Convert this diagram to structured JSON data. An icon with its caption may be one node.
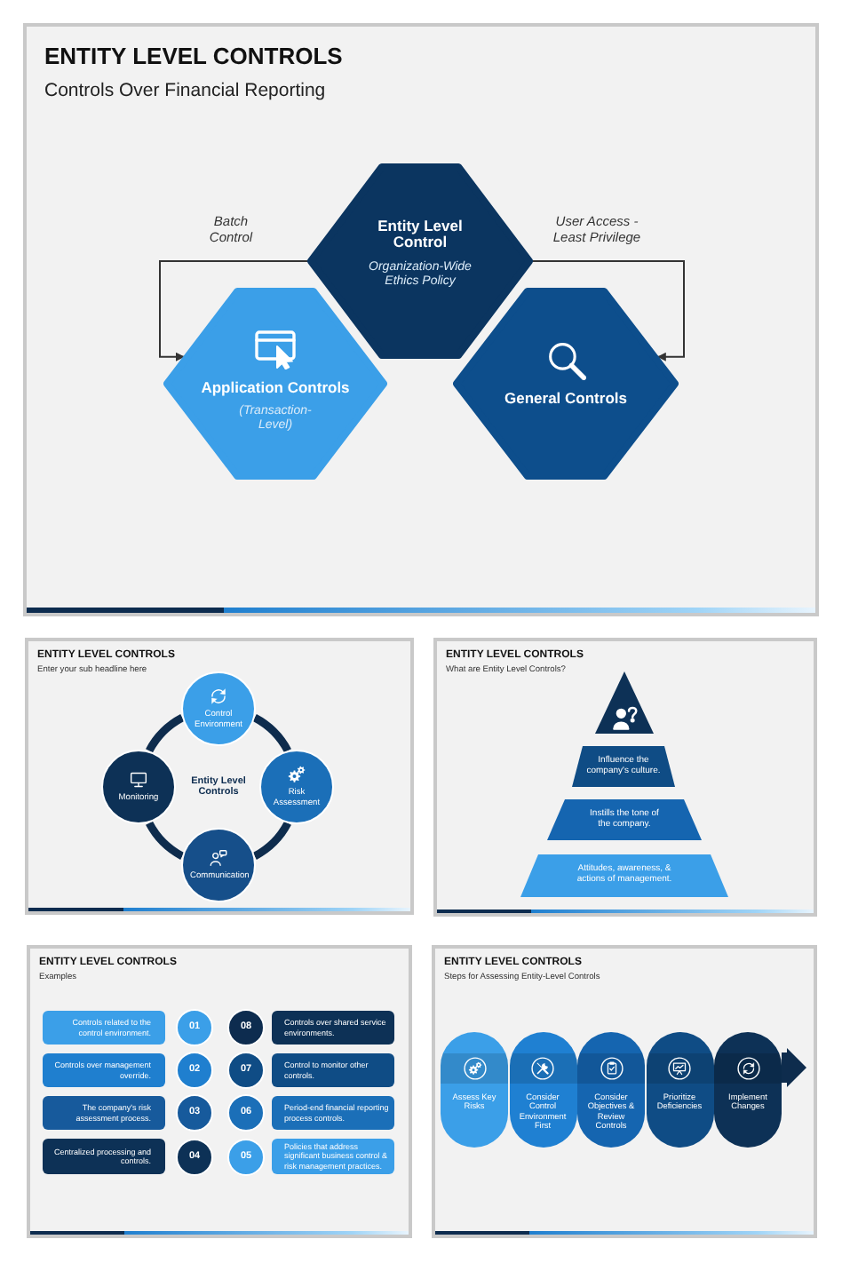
{
  "diagram": {
    "nodes": [
      {
        "text": [
          "ENTITY LEVEL CONTROLS",
          "Controls Over Financial Reporting"
        ]
      },
      {
        "text": [
          "Entity Level Control",
          "Organization-Wide Ethics Policy"
        ],
        "in": 0
      },
      {
        "text": [
          "Application Controls",
          "(Transaction-Level)"
        ],
        "in": 0
      },
      {
        "text": [
          "General Controls"
        ],
        "in": 0
      },
      {
        "text": [
          "ENTITY LEVEL CONTROLS",
          "Enter your sub headline here"
        ]
      },
      {
        "text": [
          "Control Environment"
        ],
        "in": 4
      },
      {
        "text": [
          "Monitoring"
        ],
        "in": 4
      },
      {
        "text": [
          "Risk Assessment"
        ],
        "in": 4
      },
      {
        "text": [
          "Communication"
        ],
        "in": 4
      },
      {
        "text": [
          "ENTITY LEVEL CONTROLS",
          "What are Entity Level Controls?"
        ]
      },
      {
        "text": [],
        "shape": "triangle",
        "in": 9
      },
      {
        "text": [
          "Influence the company's culture."
        ],
        "in": 9
      },
      {
        "text": [
          "Instills the tone of the company."
        ],
        "in": 9
      },
      {
        "text": [
          "Attitudes, awareness, & actions of management."
        ],
        "in": 9
      },
      {
        "text": [
          "ENTITY LEVEL CONTROLS",
          "Examples"
        ]
      },
      {
        "text": [
          "Controls related to the control environment."
        ],
        "in": 14
      },
      {
        "text": [
          "01"
        ],
        "in": 14
      },
      {
        "text": [
          "08"
        ],
        "in": 14
      },
      {
        "text": [
          "Controls over shared service environments."
        ],
        "in": 14
      },
      {
        "text": [
          "Controls over management override."
        ],
        "in": 14
      },
      {
        "text": [
          "02"
        ],
        "in": 14
      },
      {
        "text": [
          "07"
        ],
        "in": 14
      },
      {
        "text": [
          "Control to monitor other controls."
        ],
        "in": 14
      },
      {
        "text": [
          "The company's risk assessment process."
        ],
        "in": 14
      },
      {
        "text": [
          "03"
        ],
        "in": 14
      },
      {
        "text": [
          "06"
        ],
        "in": 14
      },
      {
        "text": [
          "Period-end financial reporting process controls."
        ],
        "in": 14
      },
      {
        "text": [
          "Centralized processing and controls."
        ],
        "in": 14
      },
      {
        "text": [
          "04"
        ],
        "in": 14
      },
      {
        "text": [
          "05"
        ],
        "in": 14
      },
      {
        "text": [
          "Policies that address significant business control & risk management practices."
        ],
        "in": 14
      },
      {
        "text": [
          "ENTITY LEVEL CONTROLS",
          "Steps for Assessing Entity-Level Controls"
        ]
      },
      {
        "text": [
          "Assess Key Risks"
        ],
        "in": 31
      },
      {
        "text": [
          "Consider Control Environment First"
        ],
        "in": 31
      },
      {
        "text": [
          "Consider Objectives & Review Controls"
        ],
        "in": 31
      },
      {
        "text": [
          "Prioritize Deficiencies"
        ],
        "in": 31
      },
      {
        "text": [
          "Implement Changes"
        ],
        "in": 31
      }
    ],
    "edges": [
      {
        "from": 1,
        "to": 2,
        "arrow": "to",
        "label": "Batch Control",
        "color": "#333333"
      },
      {
        "from": 1,
        "to": 3,
        "arrow": "to",
        "label": "User Access - Least Privilege",
        "color": "#333333"
      },
      {
        "from": 5,
        "to": 7,
        "arrow": "none"
      },
      {
        "from": 7,
        "to": 8,
        "arrow": "none"
      },
      {
        "from": 8,
        "to": 6,
        "arrow": "none"
      },
      {
        "from": 6,
        "to": 5,
        "arrow": "none"
      },
      {
        "from": 36,
        "to": null,
        "arrow": "to",
        "style": "thick"
      }
    ],
    "labels": [
      "Entity Level Controls"
    ]
  }
}
